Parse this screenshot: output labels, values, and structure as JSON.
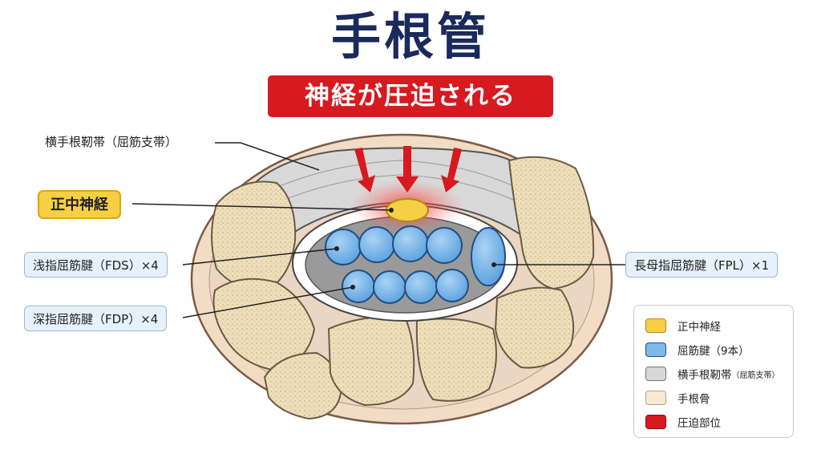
{
  "title": "手根管",
  "subtitle": "神経が圧迫される",
  "labels": {
    "transverse_ligament": "横手根靭帯（屈筋支帯）",
    "median_nerve": "正中神経",
    "fds": "浅指屈筋腱（FDS）×4",
    "fdp": "深指屈筋腱（FDP）×4",
    "fpl": "長母指屈筋腱（FPL）×1"
  },
  "legend": [
    {
      "label": "正中神経",
      "note": "",
      "color": "#f7cf45"
    },
    {
      "label": "屈筋腱（9本）",
      "note": "",
      "color": "#7fb9ea"
    },
    {
      "label": "横手根靭帯",
      "note": "（屈筋支帯）",
      "color": "#d8d8d8"
    },
    {
      "label": "手根骨",
      "note": "",
      "color": "#f6ead2"
    },
    {
      "label": "圧迫部位",
      "note": "",
      "color": "#d71920"
    }
  ],
  "colors": {
    "title": "#1b2a5c",
    "accent_red": "#d71920",
    "nerve": "#f7cf45",
    "tendon": "#7fb9ea",
    "ligament": "#d8d8d8",
    "bone": "#f6ead2",
    "skin": "#f3dcc6"
  }
}
